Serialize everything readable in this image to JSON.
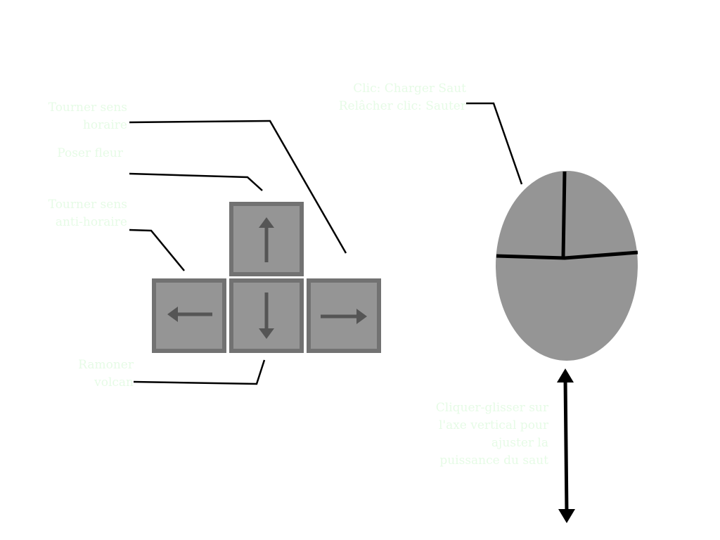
{
  "colors": {
    "background": "#ffffff",
    "label_text": "#e6fbe6",
    "key_face": "#959595",
    "key_border": "#727272",
    "arrow": "#555555",
    "mouse_body": "#959595",
    "lines": "#000000"
  },
  "keyboard": {
    "keys": [
      {
        "name": "up",
        "icon": "arrow-up-icon"
      },
      {
        "name": "left",
        "icon": "arrow-left-icon"
      },
      {
        "name": "down",
        "icon": "arrow-down-icon"
      },
      {
        "name": "right",
        "icon": "arrow-right-icon"
      }
    ],
    "labels": {
      "rotate_clockwise": "Tourner sens\nhoraire",
      "place_flower": "Poser fleur",
      "rotate_counterclockwise": "Tourner sens\nanti-horaire",
      "sweep_volcano": "Ramoner\nvolcan"
    }
  },
  "mouse": {
    "icon": "mouse-icon",
    "click_label": "Clic: Charger Saut\nRelâcher clic: Sauter",
    "drag_label": "Cliquer-glisser sur\nl'axe vertical pour\najuster la\npuissance du saut"
  }
}
